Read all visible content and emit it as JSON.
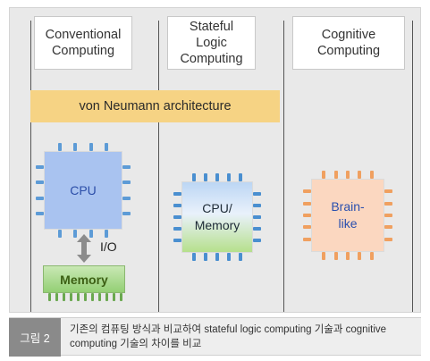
{
  "figure": {
    "headers": [
      "Conventional\nComputing",
      "Stateful\nLogic\nComputing",
      "Cognitive\nComputing"
    ],
    "banner": "von Neumann architecture",
    "cpu_label": "CPU",
    "io_label": "I/O",
    "memory_label": "Memory",
    "stateful_chip_label": "CPU/\nMemory",
    "brain_chip_label": "Brain-\nlike"
  },
  "caption": {
    "tag": "그림 2",
    "text": "기존의 컴퓨팅 방식과 비교하여 stateful logic computing 기술과 cognitive computing 기술의 차이를 비교"
  },
  "colors": {
    "cpu": "#a9c3f0",
    "cpu_pin": "#5d9bd6",
    "stateful_top": "#bcd6f4",
    "stateful_bottom": "#b6e08c",
    "stateful_pin": "#4a8fd0",
    "brain": "#fbd7c0",
    "brain_pin": "#f0a060",
    "memory": "#93cf74",
    "banner": "#f6d384"
  }
}
